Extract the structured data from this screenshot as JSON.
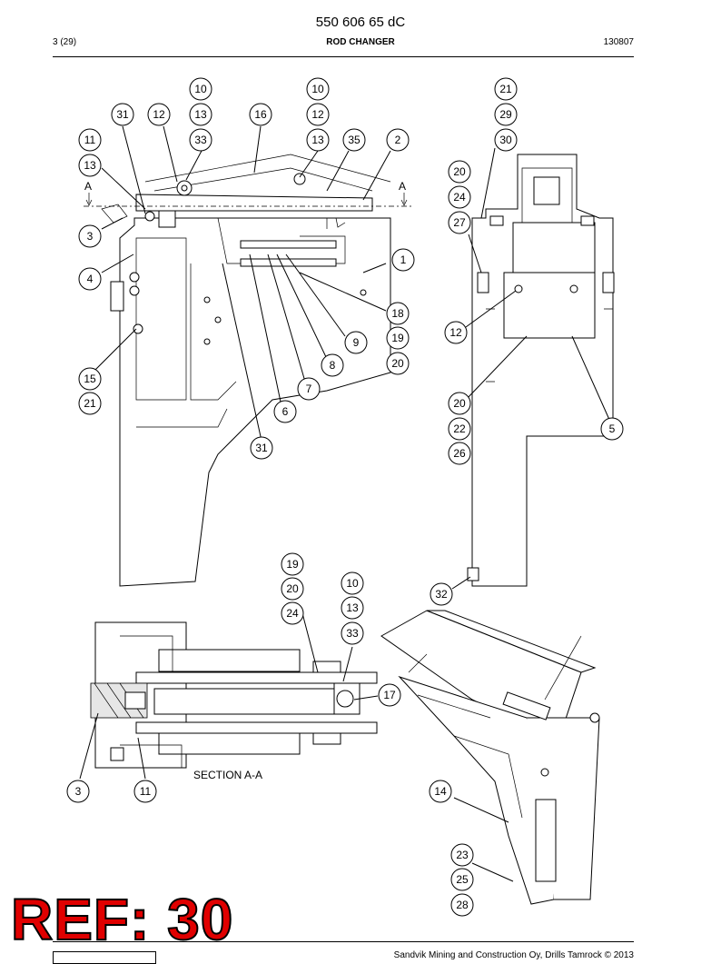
{
  "header": {
    "doc_number": "550 606 65 dC",
    "page": "3 (29)",
    "title": "ROD CHANGER",
    "date": "130807"
  },
  "drawing": {
    "section_label": "SECTION A-A",
    "section_marks": [
      "A",
      "A"
    ],
    "callouts": [
      "10",
      "10",
      "21",
      "31",
      "12",
      "13",
      "16",
      "12",
      "29",
      "11",
      "33",
      "13",
      "35",
      "2",
      "30",
      "13",
      "20",
      "24",
      "27",
      "3",
      "1",
      "4",
      "18",
      "12",
      "9",
      "19",
      "20",
      "8",
      "15",
      "7",
      "21",
      "6",
      "20",
      "22",
      "5",
      "31",
      "26",
      "19",
      "20",
      "10",
      "24",
      "13",
      "32",
      "33",
      "17",
      "3",
      "11",
      "14",
      "23",
      "25",
      "28"
    ]
  },
  "stamp": {
    "text": "REF: 30"
  },
  "footer": {
    "text": "Sandvik Mining and Construction Oy, Drills Tamrock © 2013"
  }
}
